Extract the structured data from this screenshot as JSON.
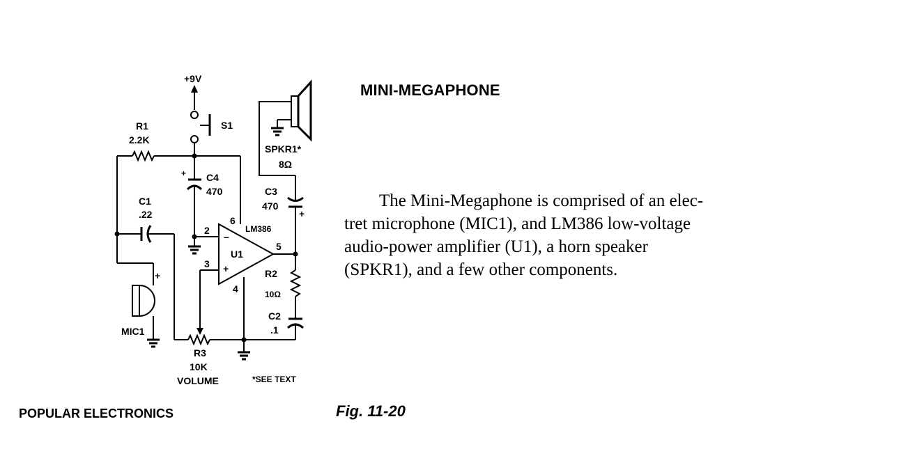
{
  "title": "MINI-MEGAPHONE",
  "description_lines": [
    "The Mini-Megaphone is comprised of an elec-",
    "tret microphone (MIC1), and LM386 low-voltage",
    "audio-power amplifier (U1), a horn speaker",
    "(SPKR1), and a few other components."
  ],
  "source": "POPULAR ELECTRONICS",
  "figure": "Fig. 11-20",
  "schematic": {
    "supply": "+9V",
    "s1": "S1",
    "r1_name": "R1",
    "r1_value": "2.2K",
    "c4_name": "C4",
    "c4_value": "470",
    "c1_name": "C1",
    "c1_value": ".22",
    "u1_part": "LM386",
    "u1_name": "U1",
    "pin2": "2",
    "pin3": "3",
    "pin4": "4",
    "pin5": "5",
    "pin6": "6",
    "spkr_name": "SPKR1*",
    "spkr_value": "8Ω",
    "c3_name": "C3",
    "c3_value": "470",
    "r2_name": "R2",
    "r2_value": "10Ω",
    "c2_name": "C2",
    "c2_value": ".1",
    "r3_name": "R3",
    "r3_value": "10K",
    "r3_function": "VOLUME",
    "mic_name": "MIC1",
    "note": "*SEE TEXT",
    "plus": "+",
    "minus": "–"
  }
}
